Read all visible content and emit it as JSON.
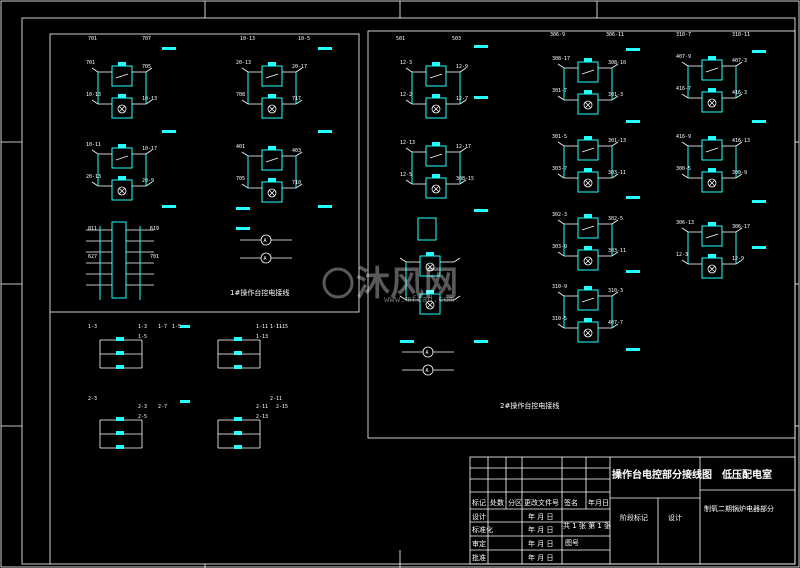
{
  "panel1": {
    "title": "1#操作台控电接线",
    "top_labels": [
      "701",
      "707",
      "10-13",
      "10-5"
    ],
    "relay_labels": [
      "701",
      "705",
      "10-13",
      "10-13",
      "10-11",
      "10-17",
      "20-13",
      "20-9",
      "20-13",
      "20-17",
      "708",
      "717",
      "401",
      "403",
      "705",
      "710",
      "811",
      "619",
      "627"
    ]
  },
  "panel2": {
    "title": "2#操作台控电接线",
    "top_labels": [
      "501",
      "503",
      "306-9",
      "306-11",
      "310-7",
      "310-11"
    ],
    "relay_labels": [
      "12-3",
      "12-9",
      "12-2",
      "12-7",
      "12-13",
      "12-17",
      "12-5",
      "308-15",
      "308-17",
      "308-10",
      "301-7",
      "301-3",
      "301-5",
      "301-13",
      "303-7",
      "303-11",
      "302-3",
      "302-5",
      "303-9",
      "303-11",
      "310-9",
      "310-3",
      "310-5",
      "407-7",
      "407-9",
      "407-3",
      "416-7",
      "416-3",
      "416-9",
      "416-13",
      "300-5",
      "300-9",
      "306-13",
      "306-17"
    ]
  },
  "panel3": {
    "labels": [
      "1-3",
      "1-5",
      "1-7",
      "1-11",
      "1-13",
      "1-15",
      "2-3",
      "2-5",
      "2-7",
      "2-11",
      "2-13",
      "2-15"
    ]
  },
  "title_block": {
    "drawing_title": "操作台电控部分接线图",
    "room": "低压配电室",
    "system": "制氧二期锅炉电器部分",
    "col_headers": [
      "标记",
      "处数",
      "分区",
      "更改文件号",
      "签名",
      "年月日"
    ],
    "rows": [
      "设计",
      "标准化",
      "审定",
      "批准"
    ],
    "date_text": "年  月  日",
    "stage_mark": "阶段标记",
    "design_label": "设计",
    "sheet_text": "共 1 张 第 1 张",
    "drawing_no_label": "图号"
  },
  "watermark": {
    "brand": "沐风网",
    "url": "www.mfcad.com"
  }
}
